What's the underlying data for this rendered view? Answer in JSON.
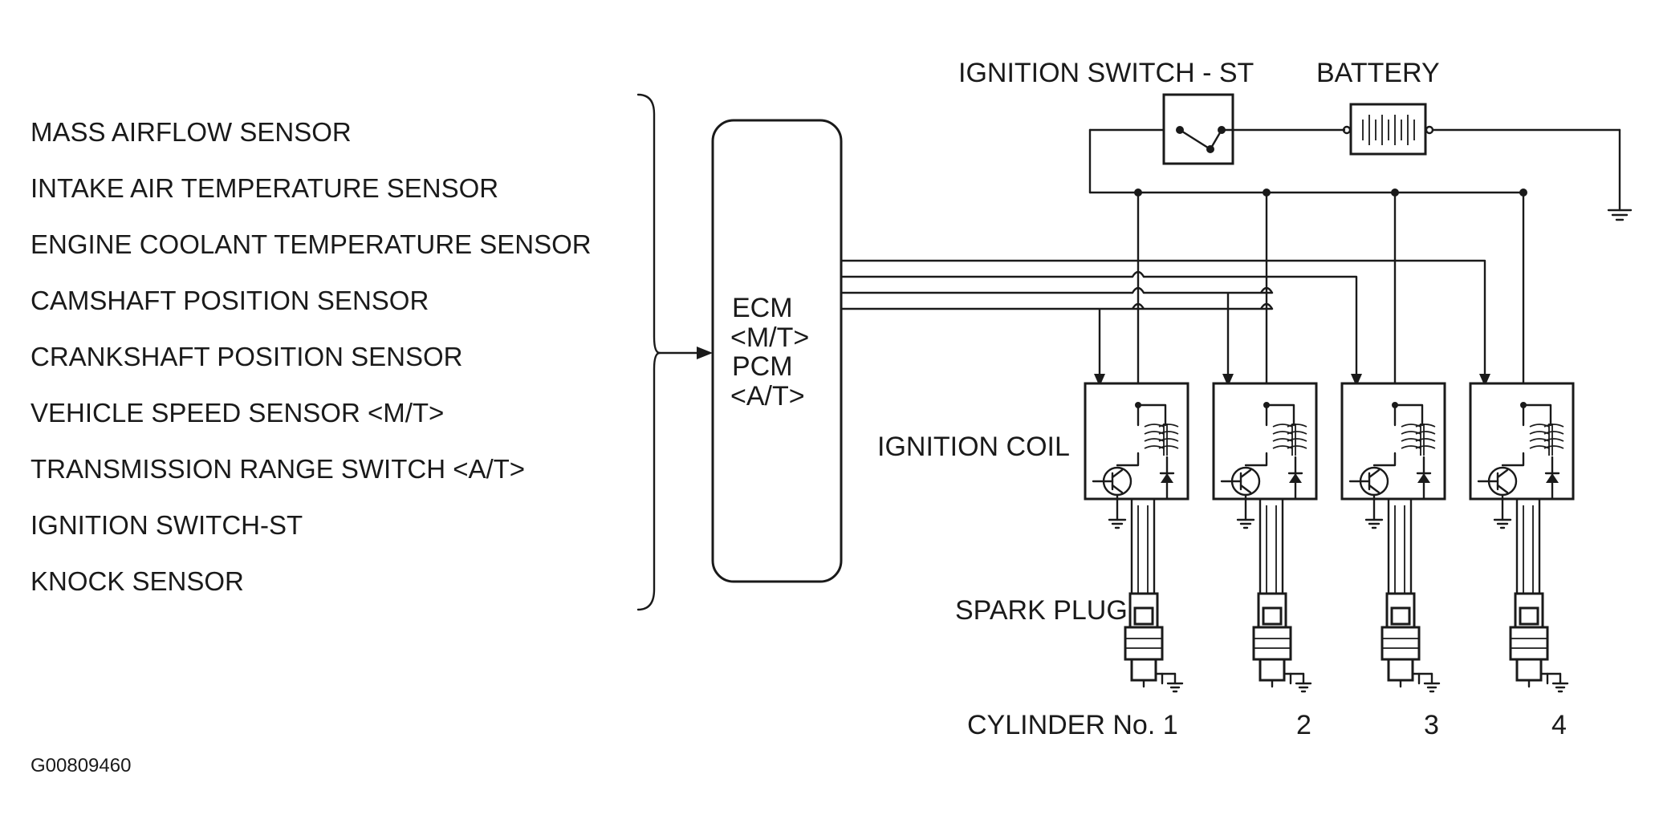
{
  "inputs_heading": "",
  "sensors": [
    "MASS AIRFLOW SENSOR",
    "INTAKE AIR TEMPERATURE SENSOR",
    "ENGINE COOLANT TEMPERATURE SENSOR",
    "CAMSHAFT POSITION SENSOR",
    "CRANKSHAFT POSITION SENSOR",
    "VEHICLE SPEED SENSOR <M/T>",
    "TRANSMISSION RANGE SWITCH <A/T>",
    "IGNITION SWITCH-ST",
    "KNOCK SENSOR"
  ],
  "controller": {
    "line1": "ECM",
    "line2": "<M/T>",
    "line3": "PCM",
    "line4": "<A/T>"
  },
  "labels": {
    "ignition_switch": "IGNITION SWITCH - ST",
    "battery": "BATTERY",
    "ignition_coil": "IGNITION COIL",
    "spark_plug": "SPARK PLUG",
    "cylinder_prefix": "CYLINDER No. 1",
    "cyl2": "2",
    "cyl3": "3",
    "cyl4": "4"
  },
  "figure_code": "G00809460"
}
